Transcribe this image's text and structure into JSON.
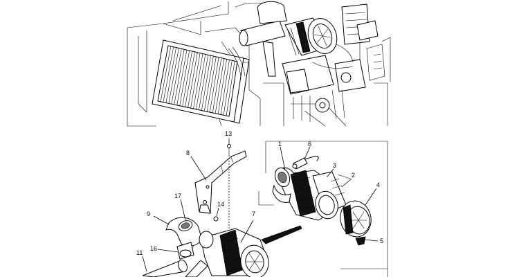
{
  "callouts": {
    "c1": "1",
    "c2": "2",
    "c3": "3",
    "c4": "4",
    "c5": "5",
    "c6": "6",
    "c7": "7",
    "c8": "8",
    "c9": "9",
    "c11": "11",
    "c13": "13",
    "c14": "14",
    "c16": "16",
    "c17": "17"
  },
  "components": {
    "engine_overview": "engine-bay-overview-illustration",
    "radiator": "radiator-core",
    "air_cleaner_installed": "air-cleaner-assembly-installed",
    "air_cleaner_exploded": "air-cleaner-exploded-view",
    "bracket": "mounting-bracket",
    "elbow_hose": "elbow-intake-hose",
    "straight_hose": "straight-intake-tube",
    "restriction_sensor": "restriction-indicator-sensor",
    "filter_element": "filter-element",
    "end_cap": "end-cap-with-dust-valve"
  }
}
